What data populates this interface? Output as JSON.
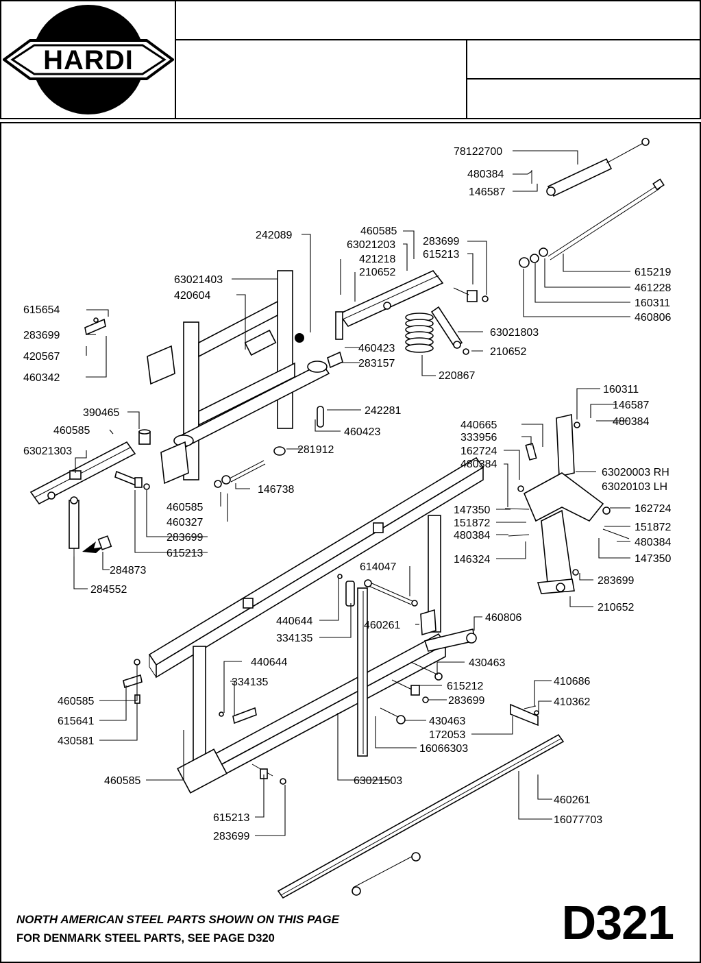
{
  "header": {
    "logo_text": "HARDI",
    "title_cell_1": "",
    "title_cell_2": "",
    "title_cell_3": "",
    "title_cell_4": ""
  },
  "callouts": [
    {
      "id": "c01",
      "text": "78122700"
    },
    {
      "id": "c02",
      "text": "480384"
    },
    {
      "id": "c03",
      "text": "146587"
    },
    {
      "id": "c04",
      "text": "242089"
    },
    {
      "id": "c05",
      "text": "460585"
    },
    {
      "id": "c06",
      "text": "63021203"
    },
    {
      "id": "c07",
      "text": "421218"
    },
    {
      "id": "c08",
      "text": "210652"
    },
    {
      "id": "c09",
      "text": "283699"
    },
    {
      "id": "c10",
      "text": "615213"
    },
    {
      "id": "c11",
      "text": "615219"
    },
    {
      "id": "c12",
      "text": "461228"
    },
    {
      "id": "c13",
      "text": "160311"
    },
    {
      "id": "c14",
      "text": "460806"
    },
    {
      "id": "c15",
      "text": "63021403"
    },
    {
      "id": "c16",
      "text": "420604"
    },
    {
      "id": "c17",
      "text": "615654"
    },
    {
      "id": "c18",
      "text": "283699"
    },
    {
      "id": "c19",
      "text": "420567"
    },
    {
      "id": "c20",
      "text": "460342"
    },
    {
      "id": "c21",
      "text": "63021803"
    },
    {
      "id": "c22",
      "text": "210652"
    },
    {
      "id": "c23",
      "text": "460423"
    },
    {
      "id": "c24",
      "text": "283157"
    },
    {
      "id": "c25",
      "text": "220867"
    },
    {
      "id": "c26",
      "text": "390465"
    },
    {
      "id": "c27",
      "text": "242281"
    },
    {
      "id": "c28",
      "text": "460585"
    },
    {
      "id": "c29",
      "text": "460423"
    },
    {
      "id": "c30",
      "text": "63021303"
    },
    {
      "id": "c31",
      "text": "281912"
    },
    {
      "id": "c32",
      "text": "160311"
    },
    {
      "id": "c33",
      "text": "146587"
    },
    {
      "id": "c34",
      "text": "480384"
    },
    {
      "id": "c35",
      "text": "440665"
    },
    {
      "id": "c36",
      "text": "333956"
    },
    {
      "id": "c37",
      "text": "162724"
    },
    {
      "id": "c38",
      "text": "480384"
    },
    {
      "id": "c39",
      "text": "63020003 RH"
    },
    {
      "id": "c40",
      "text": "63020103 LH"
    },
    {
      "id": "c41",
      "text": "146738"
    },
    {
      "id": "c42",
      "text": "460585"
    },
    {
      "id": "c43",
      "text": "460327"
    },
    {
      "id": "c44",
      "text": "283699"
    },
    {
      "id": "c45",
      "text": "615213"
    },
    {
      "id": "c46",
      "text": "147350"
    },
    {
      "id": "c47",
      "text": "162724"
    },
    {
      "id": "c48",
      "text": "151872"
    },
    {
      "id": "c49",
      "text": "151872"
    },
    {
      "id": "c50",
      "text": "480384"
    },
    {
      "id": "c51",
      "text": "480384"
    },
    {
      "id": "c52",
      "text": "147350"
    },
    {
      "id": "c53",
      "text": "146324"
    },
    {
      "id": "c54",
      "text": "284873"
    },
    {
      "id": "c55",
      "text": "284552"
    },
    {
      "id": "c56",
      "text": "614047"
    },
    {
      "id": "c57",
      "text": "283699"
    },
    {
      "id": "c58",
      "text": "210652"
    },
    {
      "id": "c59",
      "text": "440644"
    },
    {
      "id": "c60",
      "text": "334135"
    },
    {
      "id": "c61",
      "text": "460261"
    },
    {
      "id": "c62",
      "text": "460806"
    },
    {
      "id": "c63",
      "text": "440644"
    },
    {
      "id": "c64",
      "text": "430463"
    },
    {
      "id": "c65",
      "text": "334135"
    },
    {
      "id": "c66",
      "text": "615212"
    },
    {
      "id": "c67",
      "text": "410686"
    },
    {
      "id": "c68",
      "text": "460585"
    },
    {
      "id": "c69",
      "text": "283699"
    },
    {
      "id": "c70",
      "text": "410362"
    },
    {
      "id": "c71",
      "text": "615641"
    },
    {
      "id": "c72",
      "text": "430463"
    },
    {
      "id": "c73",
      "text": "172053"
    },
    {
      "id": "c74",
      "text": "430581"
    },
    {
      "id": "c75",
      "text": "16066303"
    },
    {
      "id": "c76",
      "text": "460585"
    },
    {
      "id": "c77",
      "text": "63021503"
    },
    {
      "id": "c78",
      "text": "460261"
    },
    {
      "id": "c79",
      "text": "615213"
    },
    {
      "id": "c80",
      "text": "16077703"
    },
    {
      "id": "c81",
      "text": "283699"
    }
  ],
  "footer": {
    "note_line1": "NORTH AMERICAN STEEL PARTS SHOWN ON THIS PAGE",
    "note_line2": "FOR DENMARK STEEL PARTS, SEE PAGE D320",
    "page_id": "D321"
  }
}
